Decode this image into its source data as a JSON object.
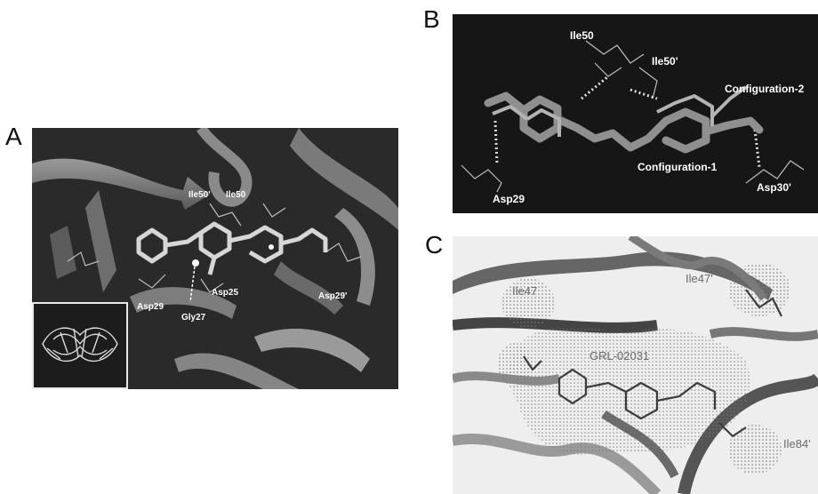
{
  "figure": {
    "panel_a": {
      "label": "A",
      "residues": [
        "Ile50'",
        "Ile50",
        "Asp29",
        "Asp25",
        "Gly27",
        "Asp29'"
      ]
    },
    "panel_b": {
      "label": "B",
      "residues": [
        "Ile50",
        "Ile50'",
        "Configuration-2",
        "Configuration-1",
        "Asp29",
        "Asp30'"
      ]
    },
    "panel_c": {
      "label": "C",
      "residues": [
        "Ile47",
        "Ile47'",
        "GRL-02031",
        "Ile84'"
      ]
    }
  }
}
